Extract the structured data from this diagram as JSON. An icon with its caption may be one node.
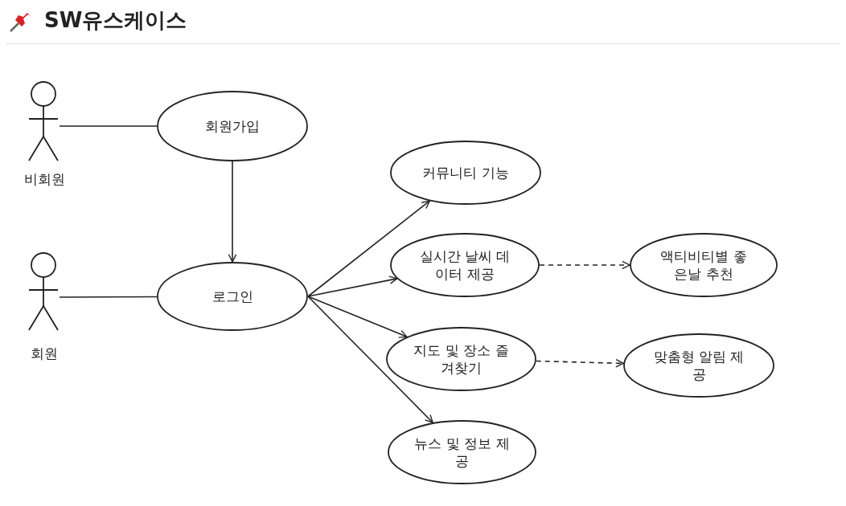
{
  "diagram": {
    "title": "SW유스케이스",
    "nodes": [
      {
        "text": [],
        "shape": "person",
        "beside": [
          "비회원"
        ]
      },
      {
        "text": [
          "회원가입"
        ]
      },
      {
        "text": [],
        "shape": "person",
        "beside": [
          "회원"
        ]
      },
      {
        "text": [
          "로그인"
        ]
      },
      {
        "text": [
          "커뮤니티 기능"
        ]
      },
      {
        "text": [
          "실시간 날씨 데이터 제공"
        ]
      },
      {
        "text": [
          "지도 및 장소 즐겨찾기"
        ]
      },
      {
        "text": [
          "뉴스 및 정보 제공"
        ]
      },
      {
        "text": [
          "액티비티별 좋은날 추천"
        ]
      },
      {
        "text": [
          "맞춤형 알림 제공"
        ]
      }
    ],
    "edges": [
      {
        "from": 0,
        "to": 1,
        "arrow": "none"
      },
      {
        "from": 1,
        "to": 3,
        "arrow": "to"
      },
      {
        "from": 2,
        "to": 3,
        "arrow": "none"
      },
      {
        "from": 3,
        "to": 4,
        "arrow": "to"
      },
      {
        "from": 3,
        "to": 5,
        "arrow": "to"
      },
      {
        "from": 3,
        "to": 6,
        "arrow": "to"
      },
      {
        "from": 3,
        "to": 7,
        "arrow": "to"
      },
      {
        "from": 5,
        "to": 8,
        "arrow": "to",
        "style": "dashed"
      },
      {
        "from": 6,
        "to": 9,
        "arrow": "to",
        "style": "dashed"
      }
    ]
  }
}
